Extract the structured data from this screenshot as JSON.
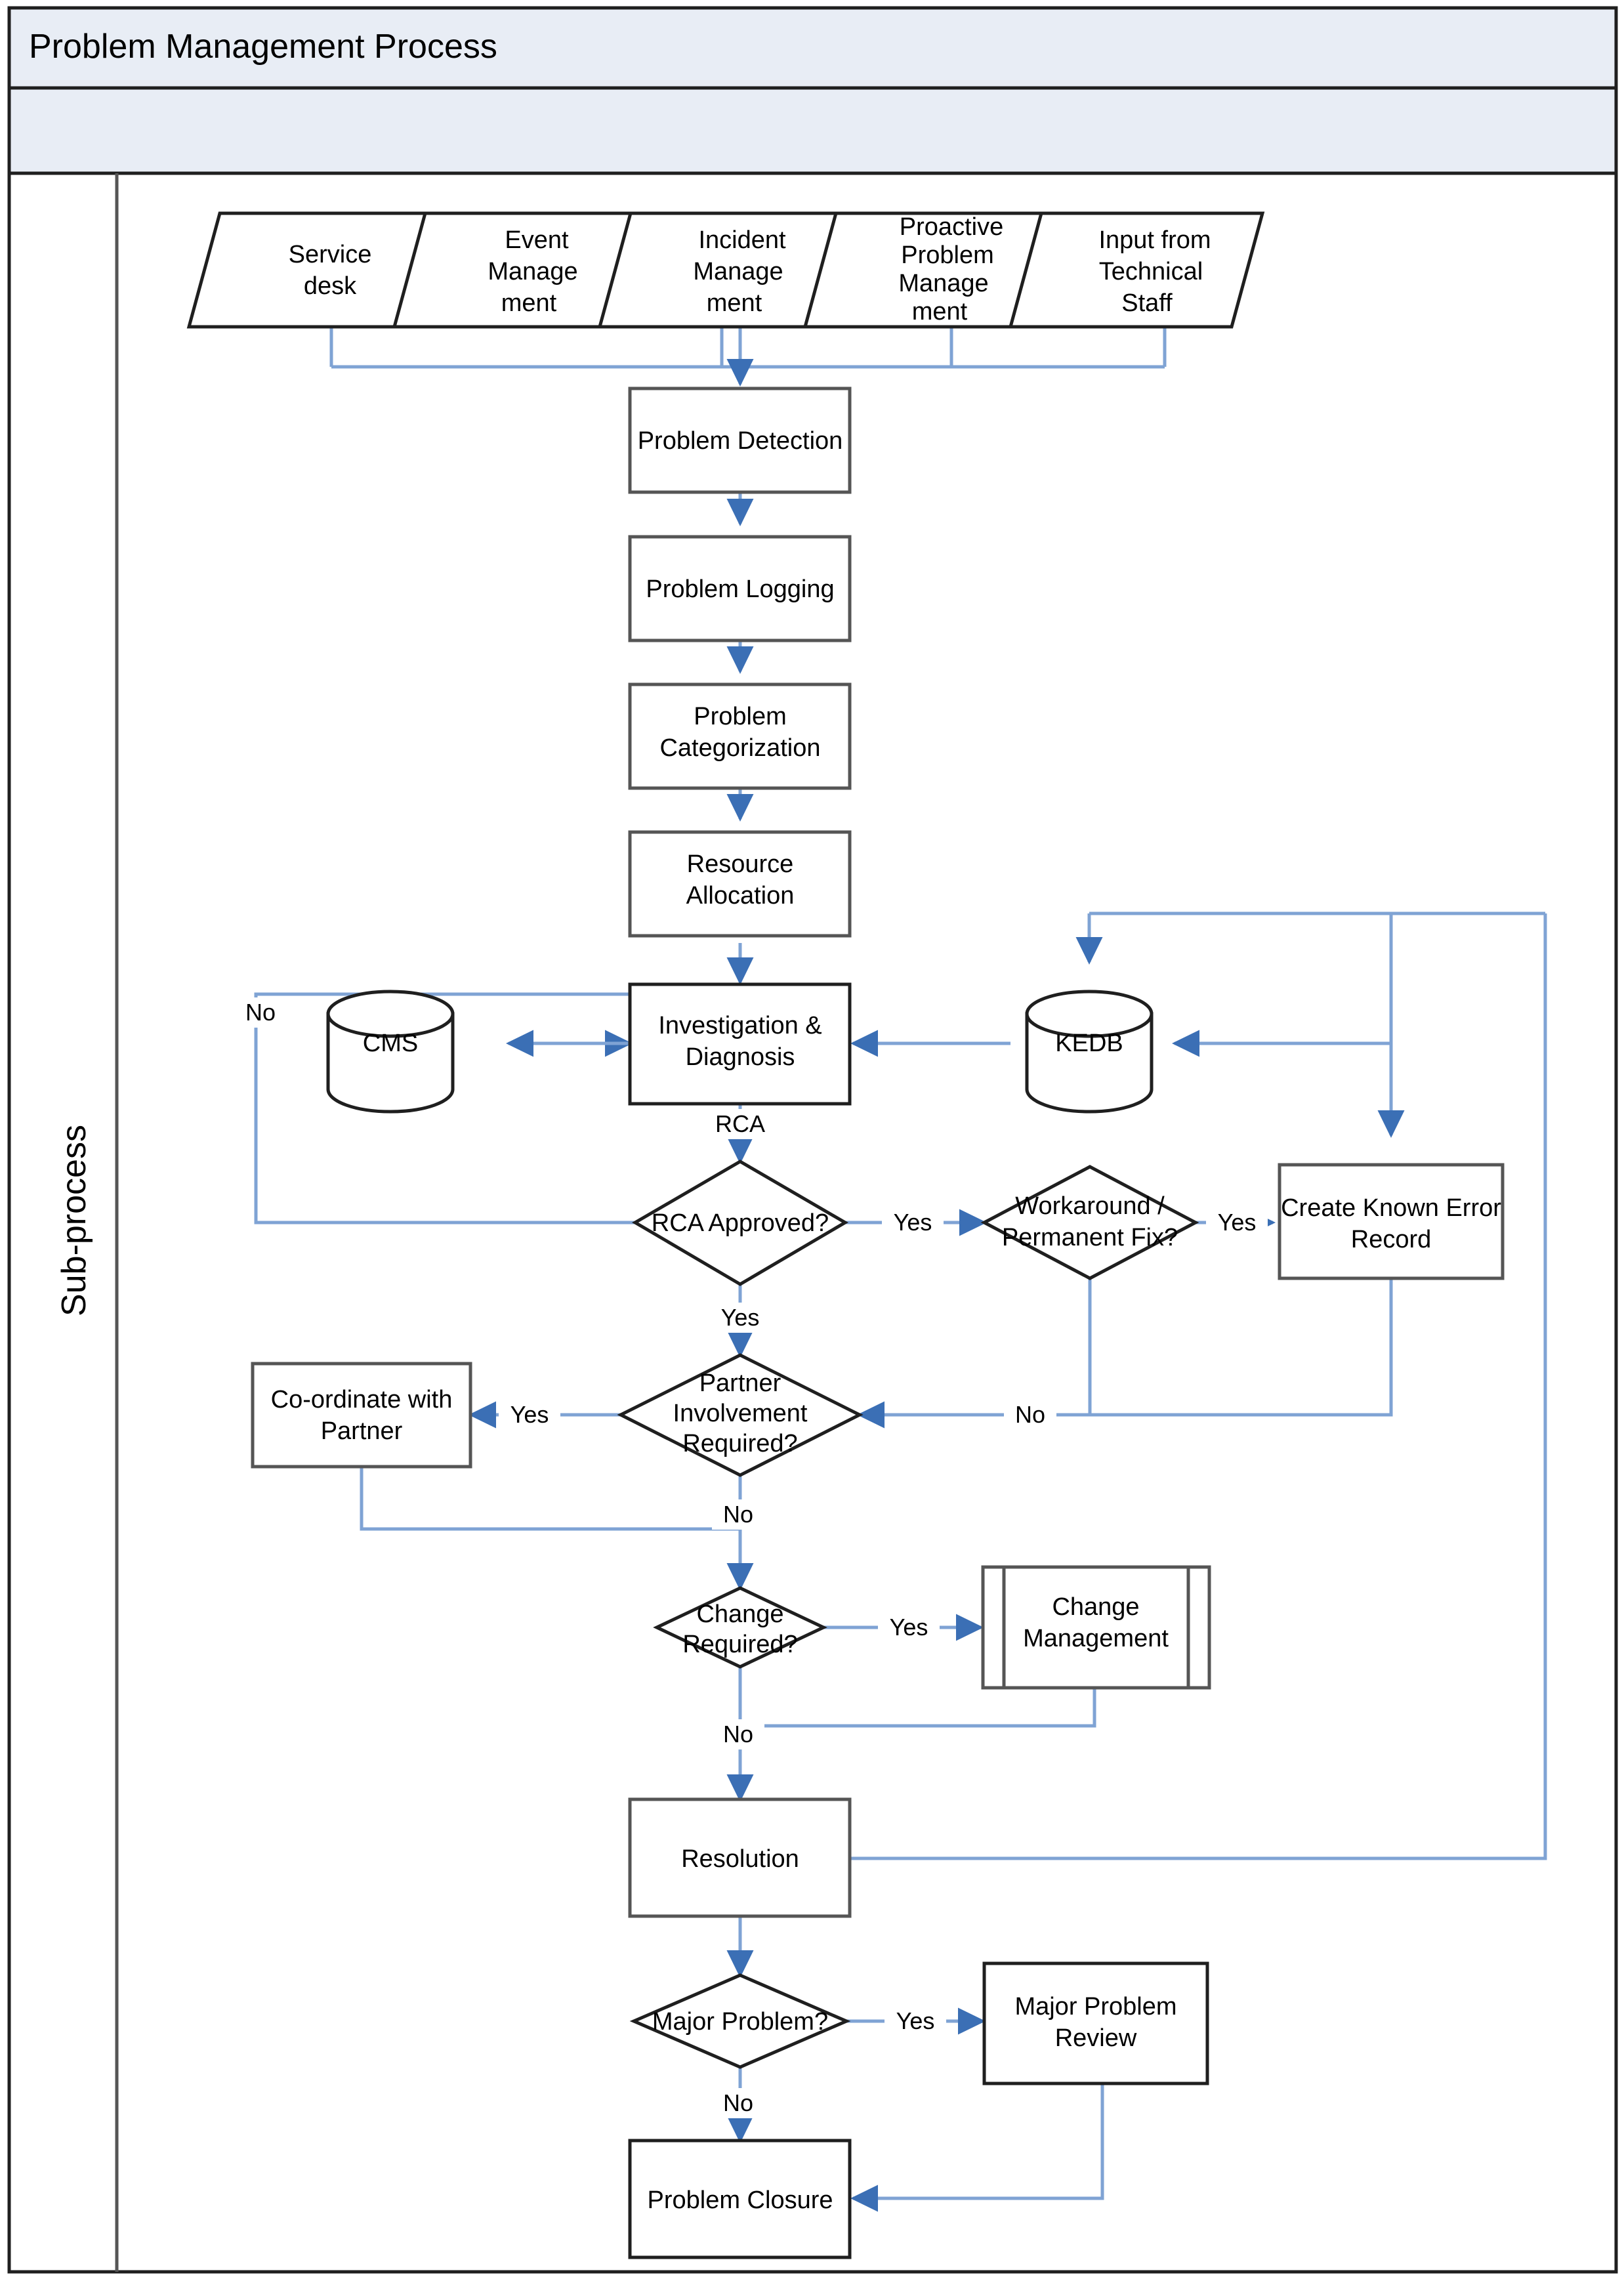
{
  "diagram": {
    "title": "Problem Management Process",
    "lane_label": "Sub-process",
    "type": "flowchart",
    "colors": {
      "header_bg": "#e8edf5",
      "header_border": "#1f1f1f",
      "shape_border": "#3f3f3f",
      "shape_fill": "#ffffff",
      "connector": "#7fa3d4",
      "arrowhead": "#3b6fb5",
      "text": "#000000"
    }
  },
  "inputs": [
    {
      "id": "service-desk",
      "label": "Service\ndesk",
      "lines": [
        "Service",
        "desk"
      ]
    },
    {
      "id": "event-management",
      "label": "Event Management",
      "lines": [
        "Event",
        "Manage",
        "ment"
      ]
    },
    {
      "id": "incident-management",
      "label": "Incident Management",
      "lines": [
        "Incident",
        "Manage",
        "ment"
      ]
    },
    {
      "id": "proactive-problem-management",
      "label": "Proactive Problem Management",
      "lines": [
        "Proactive",
        "Problem",
        "Manage",
        "ment"
      ]
    },
    {
      "id": "input-technical-staff",
      "label": "Input from Technical Staff",
      "lines": [
        "Input from",
        "Technical",
        "Staff"
      ]
    }
  ],
  "nodes": [
    {
      "id": "problem-detection",
      "shape": "process",
      "lines": [
        "Problem Detection"
      ]
    },
    {
      "id": "problem-logging",
      "shape": "process",
      "lines": [
        "Problem Logging"
      ]
    },
    {
      "id": "problem-categorization",
      "shape": "process",
      "lines": [
        "Problem",
        "Categorization"
      ]
    },
    {
      "id": "resource-allocation",
      "shape": "process",
      "lines": [
        "Resource",
        "Allocation"
      ]
    },
    {
      "id": "investigation-diagnosis",
      "shape": "process",
      "lines": [
        "Investigation &",
        "Diagnosis"
      ]
    },
    {
      "id": "cms",
      "shape": "database",
      "lines": [
        "CMS"
      ]
    },
    {
      "id": "kedb",
      "shape": "database",
      "lines": [
        "KEDB"
      ]
    },
    {
      "id": "rca-approved",
      "shape": "decision",
      "lines": [
        "RCA Approved?"
      ]
    },
    {
      "id": "workaround-permanent-fix",
      "shape": "decision",
      "lines": [
        "Workaround /",
        "Permanent Fix?"
      ]
    },
    {
      "id": "create-known-error-record",
      "shape": "process",
      "lines": [
        "Create Known Error",
        "Record"
      ]
    },
    {
      "id": "partner-involvement-required",
      "shape": "decision",
      "lines": [
        "Partner",
        "Involvement",
        "Required?"
      ]
    },
    {
      "id": "coordinate-with-partner",
      "shape": "process",
      "lines": [
        "Co-ordinate with",
        "Partner"
      ]
    },
    {
      "id": "change-required",
      "shape": "decision",
      "lines": [
        "Change",
        "Required?"
      ]
    },
    {
      "id": "change-management",
      "shape": "predefined-process",
      "lines": [
        "Change",
        "Management"
      ]
    },
    {
      "id": "resolution",
      "shape": "process",
      "lines": [
        "Resolution"
      ]
    },
    {
      "id": "major-problem",
      "shape": "decision",
      "lines": [
        "Major Problem?"
      ]
    },
    {
      "id": "major-problem-review",
      "shape": "process",
      "lines": [
        "Major Problem",
        "Review"
      ]
    },
    {
      "id": "problem-closure",
      "shape": "process",
      "lines": [
        "Problem Closure"
      ]
    }
  ],
  "edge_labels": {
    "rca": "RCA",
    "rca_no": "No",
    "rca_yes_right": "Yes",
    "rca_yes_down": "Yes",
    "workaround_yes": "Yes",
    "workaround_no": "No",
    "partner_yes": "Yes",
    "partner_no": "No",
    "change_yes": "Yes",
    "change_no": "No",
    "major_yes": "Yes",
    "major_no": "No"
  }
}
